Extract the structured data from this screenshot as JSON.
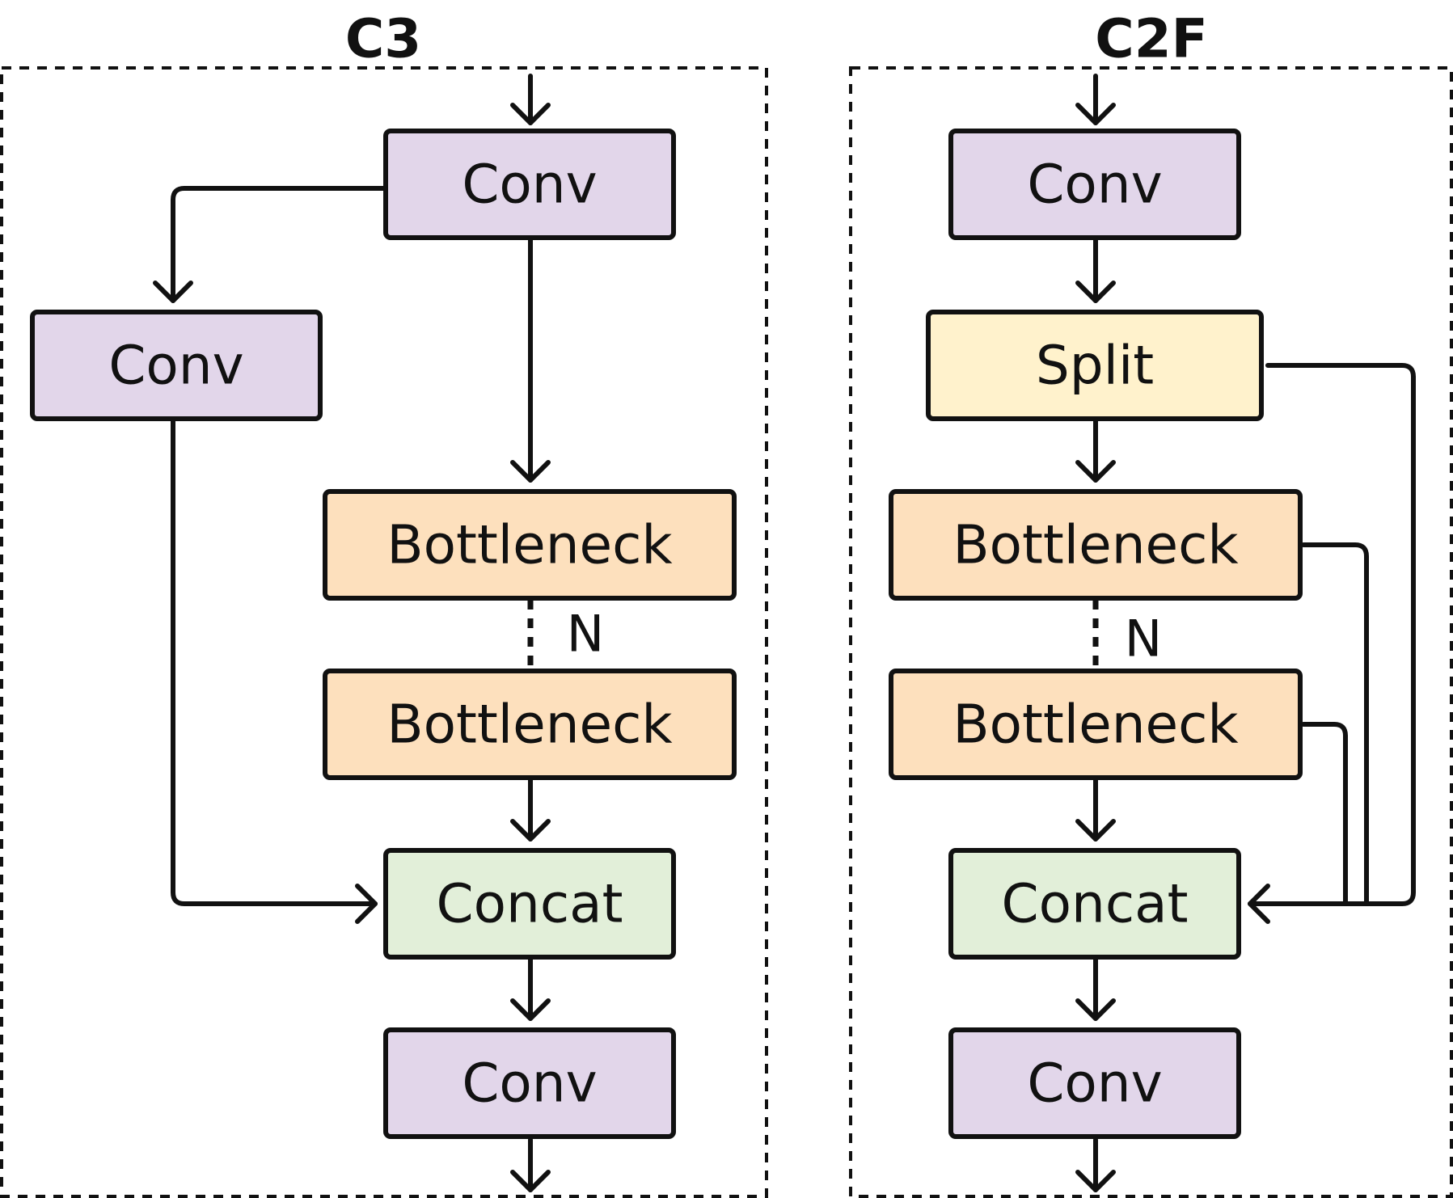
{
  "palette": {
    "conv": "#e2d6ea",
    "split": "#fff2cc",
    "bottleneck": "#fde0bd",
    "concat": "#e2efd9",
    "stroke": "#111111"
  },
  "c3": {
    "title": "C3",
    "conv_top": "Conv",
    "conv_side": "Conv",
    "bottleneck_first": "Bottleneck",
    "repeat": "N",
    "bottleneck_last": "Bottleneck",
    "concat": "Concat",
    "conv_out": "Conv"
  },
  "c2f": {
    "title": "C2F",
    "conv_top": "Conv",
    "split": "Split",
    "bottleneck_first": "Bottleneck",
    "repeat": "N",
    "bottleneck_last": "Bottleneck",
    "concat": "Concat",
    "conv_out": "Conv"
  }
}
